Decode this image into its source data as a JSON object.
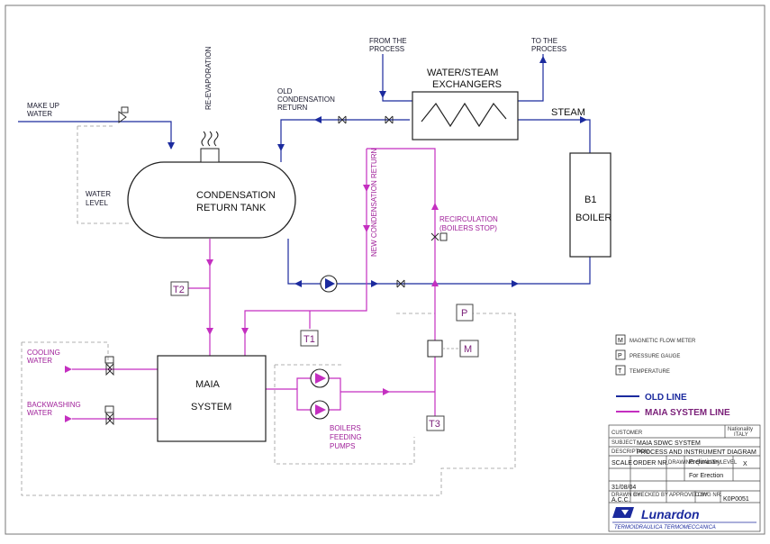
{
  "labels": {
    "make_up_water": [
      "MAKE UP",
      "WATER"
    ],
    "re_evaporation": "RE-EVAPORATION",
    "old_condensation_return": [
      "OLD",
      "CONDENSATION",
      "RETURN"
    ],
    "from_process": [
      "FROM THE",
      "PROCESS"
    ],
    "to_process": [
      "TO THE",
      "PROCESS"
    ],
    "exchangers": [
      "WATER/STEAM",
      "EXCHANGERS"
    ],
    "steam": "STEAM",
    "water_level": [
      "WATER",
      "LEVEL"
    ],
    "tank": [
      "CONDENSATION",
      "RETURN TANK"
    ],
    "boiler": [
      "B1",
      "BOILER"
    ],
    "new_condensation_return": "NEW CONDENSATION RETURN",
    "recirculation": [
      "RECIRCULATION",
      "(BOILERS STOP)"
    ],
    "t2": "T2",
    "t1": "T1",
    "t3": "T3",
    "p": "P",
    "m": "M",
    "cooling_water": [
      "COOLING",
      "WATER"
    ],
    "backwashing_water": [
      "BACKWASHING",
      "WATER"
    ],
    "maia_system": [
      "MAIA",
      "SYSTEM"
    ],
    "boilers_feeding_pumps": [
      "BOILERS",
      "FEEDING",
      "PUMPS"
    ]
  },
  "legend": {
    "items": [
      {
        "symbol": "M",
        "text": "MAGNETIC FLOW METER"
      },
      {
        "symbol": "P",
        "text": "PRESSURE GAUGE"
      },
      {
        "symbol": "T",
        "text": "TEMPERATURE"
      }
    ],
    "old_line": "OLD LINE",
    "maia_line": "MAIA SYSTEM LINE"
  },
  "colors": {
    "old_line": "#1b2a9e",
    "maia_line": "#c42fc0",
    "ink": "#222222"
  },
  "title_block": {
    "nationality": "Nationality",
    "country": "ITALY",
    "row_customer": "CUSTOMER",
    "row_subject": "SUBJECT",
    "subject": "MAIA SDWC SYSTEM",
    "row_description": "DESCRIPTION",
    "description": "PROCESS AND INSTRUMENT DIAGRAM",
    "scale_label": "SCALE :",
    "order_label": "ORDER NR.",
    "drawing_label": "DRAWING QUALITY LEVEL",
    "status_1": "Preliminary",
    "status_2": "For Erection",
    "mark": "X",
    "date": "31/08/04",
    "drawn_label": "DRAWN BY",
    "drawn_by": "A.C.C.",
    "checked_label": "CHECKED BY",
    "approved_label": "APPROVED BY",
    "dwg_label": "DWG NR.",
    "dwg_no": "K0P0051",
    "company": "Lunardon",
    "company_sub": "TERMOIDRAULICA  TERMOMECCANICA"
  }
}
